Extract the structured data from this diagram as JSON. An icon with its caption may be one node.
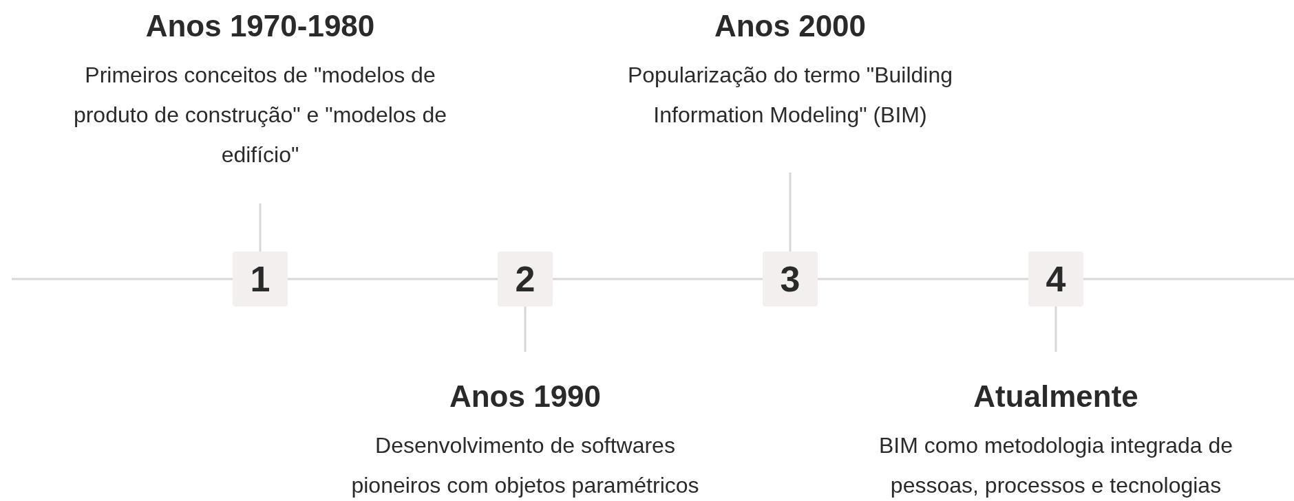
{
  "diagram": {
    "nodes": [
      {
        "text": [
          "Anos 1970-1980",
          "Primeiros conceitos de \"modelos de produto de construção\" e \"modelos de edifício\""
        ]
      },
      {
        "text": [
          "Anos 2000",
          "Popularização do termo \"Building Information Modeling\" (BIM)"
        ]
      },
      {
        "text": [
          "1"
        ]
      },
      {
        "text": [
          "2"
        ]
      },
      {
        "text": [
          "3"
        ]
      },
      {
        "text": [
          "4"
        ]
      },
      {
        "text": [
          "Anos 1990",
          "Desenvolvimento de softwares pioneiros com objetos paramétricos"
        ]
      },
      {
        "text": [
          "Atualmente",
          "BIM como metodologia integrada de pessoas, processos e tecnologias"
        ]
      }
    ],
    "edges": [
      {
        "from": null,
        "to": 2,
        "arrow": "none"
      },
      {
        "from": 2,
        "to": 3,
        "arrow": "none"
      },
      {
        "from": 3,
        "to": 4,
        "arrow": "none"
      },
      {
        "from": 4,
        "to": 5,
        "arrow": "none"
      },
      {
        "from": 5,
        "to": null,
        "arrow": "none"
      },
      {
        "from": 0,
        "to": 2,
        "arrow": "none"
      },
      {
        "from": 1,
        "to": 4,
        "arrow": "none"
      },
      {
        "from": 6,
        "to": 3,
        "arrow": "none"
      },
      {
        "from": 7,
        "to": 5,
        "arrow": "none"
      }
    ]
  }
}
